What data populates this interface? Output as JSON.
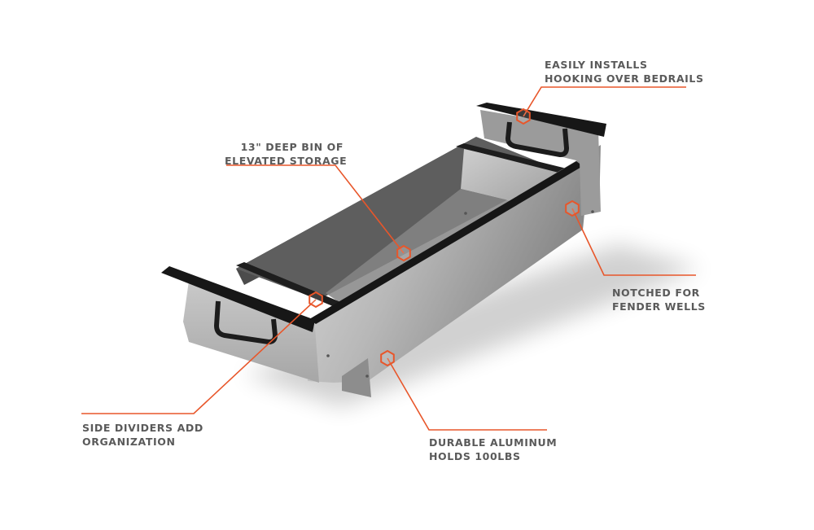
{
  "callouts": [
    {
      "id": "bedrails",
      "lines": [
        "EASILY INSTALLS",
        "HOOKING OVER BEDRAILS"
      ]
    },
    {
      "id": "deep-bin",
      "lines": [
        "13\" DEEP BIN OF",
        "ELEVATED STORAGE"
      ]
    },
    {
      "id": "fender",
      "lines": [
        "NOTCHED FOR",
        "FENDER WELLS"
      ]
    },
    {
      "id": "dividers",
      "lines": [
        "SIDE DIVIDERS ADD",
        "ORGANIZATION"
      ]
    },
    {
      "id": "aluminum",
      "lines": [
        "DURABLE ALUMINUM",
        "HOLDS 100LBS"
      ]
    }
  ],
  "colors": {
    "accent": "#e8562a",
    "text": "#5a5a5a",
    "background": "#ffffff"
  },
  "icons": {
    "marker": "hexagon-marker-icon"
  }
}
